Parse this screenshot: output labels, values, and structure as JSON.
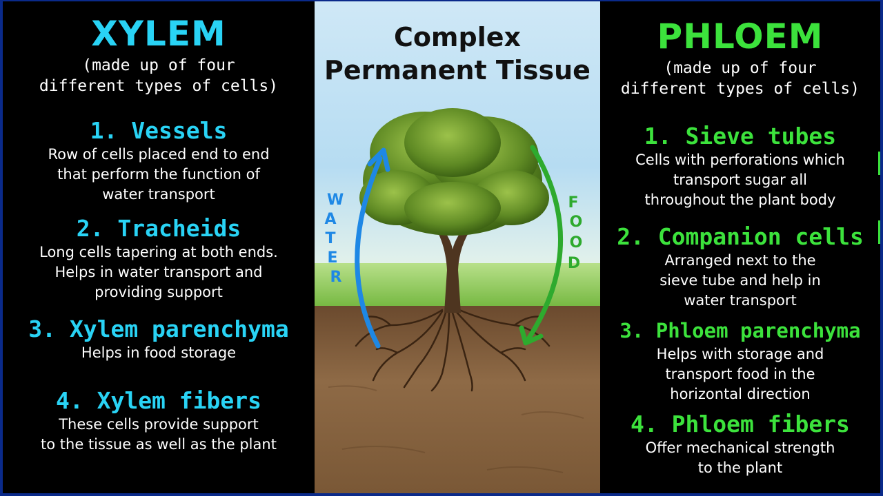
{
  "xylem": {
    "title": "XYLEM",
    "subtitle_lines": [
      "(made up of four",
      "different types of cells)"
    ],
    "items": [
      {
        "heading": "1. Vessels",
        "desc": [
          "Row of cells placed end to end",
          "that perform the function of",
          "water transport"
        ]
      },
      {
        "heading": "2. Tracheids",
        "desc": [
          "Long cells tapering at both ends.",
          "Helps in water transport and",
          "providing support"
        ]
      },
      {
        "heading": "3. Xylem parenchyma",
        "desc": [
          "Helps in food storage"
        ]
      },
      {
        "heading": "4. Xylem fibers",
        "desc": [
          "These cells provide support",
          "to the tissue as well as the plant"
        ]
      }
    ],
    "color": "#29d3f5"
  },
  "center": {
    "title_lines": [
      "Complex",
      "Permanent Tissue"
    ],
    "water_letters": [
      "W",
      "A",
      "T",
      "E",
      "R"
    ],
    "food_letters": [
      "F",
      "O",
      "O",
      "D"
    ],
    "water_color": "#1e88e5",
    "food_color": "#2eaa2e"
  },
  "phloem": {
    "title": "PHLOEM",
    "subtitle_lines": [
      "(made up of four",
      "different types of cells)"
    ],
    "items": [
      {
        "heading": "1. Sieve tubes",
        "desc": [
          "Cells with perforations which",
          "transport sugar all",
          "throughout the plant body"
        ]
      },
      {
        "heading": "2. Companion cells",
        "desc": [
          "Arranged next to the",
          "sieve tube and help in",
          "water transport"
        ]
      },
      {
        "heading": "3. Phloem parenchyma",
        "desc": [
          "Helps with storage and",
          "transport food in the",
          "horizontal direction"
        ]
      },
      {
        "heading": "4. Phloem fibers",
        "desc": [
          "Offer mechanical strength",
          "to the plant"
        ]
      }
    ],
    "color": "#3ce23c"
  }
}
